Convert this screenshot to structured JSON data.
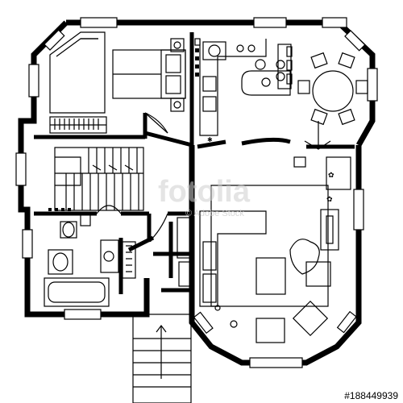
{
  "watermark": {
    "brand": "fotolia",
    "sub": "© Adobe Stock"
  },
  "stock_id": "#188449939",
  "colors": {
    "walls": "#000000",
    "background": "#ffffff",
    "watermark": "#cfcfcf"
  }
}
